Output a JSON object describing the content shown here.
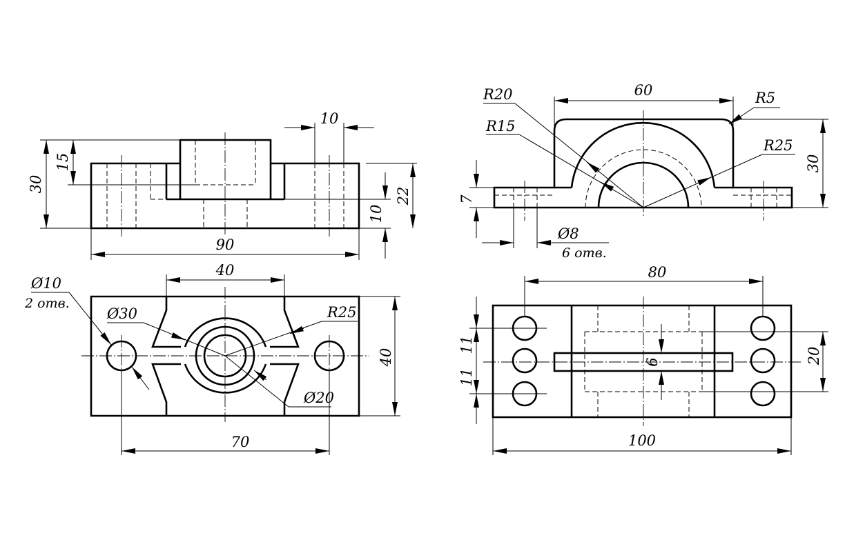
{
  "views": {
    "front": {
      "dims": {
        "width_90": "90",
        "height_30": "30",
        "height_15": "15",
        "width_10": "10",
        "height_10": "10",
        "height_22": "22"
      }
    },
    "side": {
      "dims": {
        "radius_20": "R20",
        "radius_15": "R15",
        "width_60": "60",
        "radius_5": "R5",
        "radius_25": "R25",
        "height_30": "30",
        "height_7": "7",
        "hole_dia": "Ø8",
        "hole_count": "6 отв."
      }
    },
    "top": {
      "dims": {
        "hole_dia": "Ø10",
        "hole_count": "2 отв.",
        "dia_30": "Ø30",
        "width_40": "40",
        "radius_25": "R25",
        "height_40": "40",
        "dia_20": "Ø20",
        "width_70": "70"
      }
    },
    "plan": {
      "dims": {
        "width_80": "80",
        "spacing_a": "11",
        "spacing_b": "11",
        "slot_6": "6",
        "height_20": "20",
        "width_100": "100"
      }
    }
  },
  "arrow_color": "#000000"
}
